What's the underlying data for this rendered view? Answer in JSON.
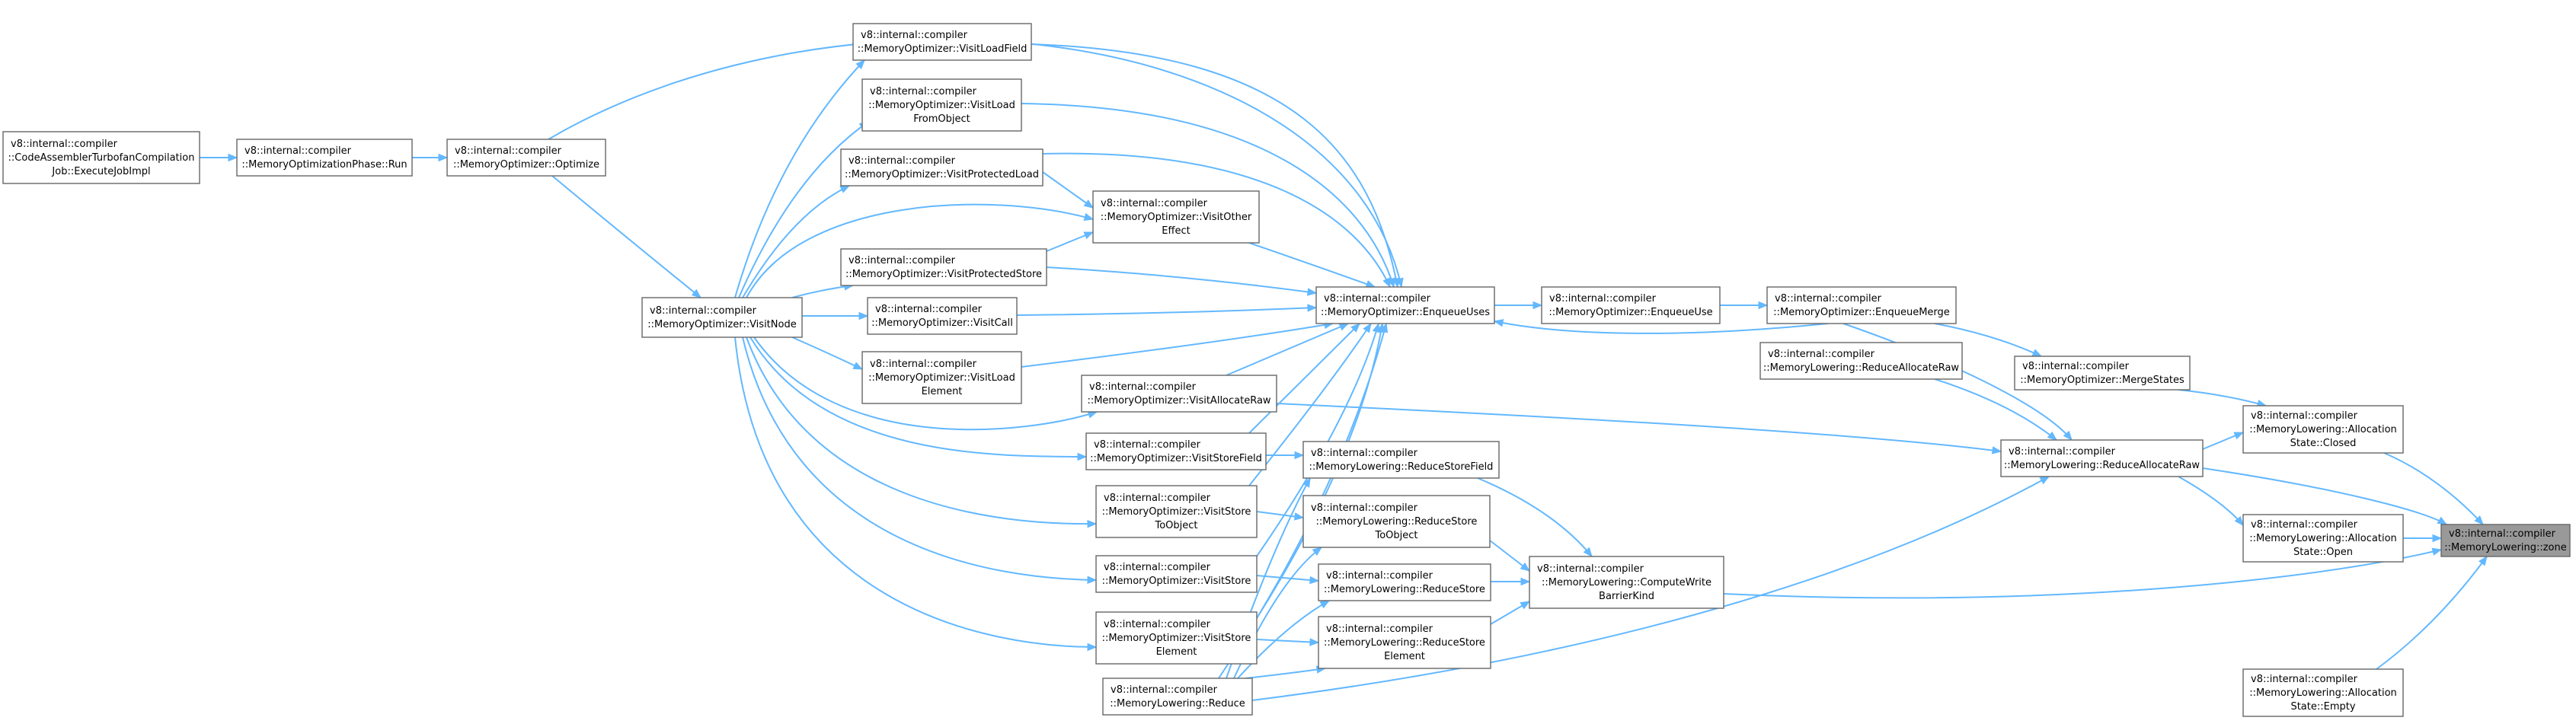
{
  "graph": {
    "focus_node": "MemoryLowering-zone",
    "colors": {
      "edge": "#63b8ff",
      "node_border": "#666666",
      "focus_fill": "#999999",
      "node_fill": "#ffffff"
    },
    "nodes": [
      {
        "id": "MemoryLowering-zone",
        "lines": [
          "v8::internal::compiler",
          "::MemoryLowering::zone"
        ]
      },
      {
        "id": "AllocationState-Closed",
        "lines": [
          "v8::internal::compiler",
          "::MemoryLowering::Allocation",
          "State::Closed"
        ]
      },
      {
        "id": "AllocationState-Open",
        "lines": [
          "v8::internal::compiler",
          "::MemoryLowering::Allocation",
          "State::Open"
        ]
      },
      {
        "id": "AllocationState-Empty",
        "lines": [
          "v8::internal::compiler",
          "::MemoryLowering::Allocation",
          "State::Empty"
        ]
      },
      {
        "id": "MemoryOptimizer-MergeStates",
        "lines": [
          "v8::internal::compiler",
          "::MemoryOptimizer::MergeStates"
        ]
      },
      {
        "id": "MemoryLowering-ReduceAllocateRaw",
        "lines": [
          "v8::internal::compiler",
          "::MemoryLowering::ReduceAllocateRaw"
        ]
      },
      {
        "id": "MemoryLowering-ReduceAllocateRaw-2",
        "lines": [
          "v8::internal::compiler",
          "::MemoryLowering::ReduceAllocateRaw"
        ]
      },
      {
        "id": "MemoryOptimizer-EnqueueMerge",
        "lines": [
          "v8::internal::compiler",
          "::MemoryOptimizer::EnqueueMerge"
        ]
      },
      {
        "id": "MemoryOptimizer-EnqueueUse",
        "lines": [
          "v8::internal::compiler",
          "::MemoryOptimizer::EnqueueUse"
        ]
      },
      {
        "id": "MemoryOptimizer-EnqueueUses",
        "lines": [
          "v8::internal::compiler",
          "::MemoryOptimizer::EnqueueUses"
        ]
      },
      {
        "id": "MemoryLowering-ComputeWriteBarrierKind",
        "lines": [
          "v8::internal::compiler",
          "::MemoryLowering::ComputeWrite",
          "BarrierKind"
        ]
      },
      {
        "id": "MemoryLowering-ReduceStoreField",
        "lines": [
          "v8::internal::compiler",
          "::MemoryLowering::ReduceStoreField"
        ]
      },
      {
        "id": "MemoryLowering-ReduceStoreToObject",
        "lines": [
          "v8::internal::compiler",
          "::MemoryLowering::ReduceStore",
          "ToObject"
        ]
      },
      {
        "id": "MemoryLowering-ReduceStore",
        "lines": [
          "v8::internal::compiler",
          "::MemoryLowering::ReduceStore"
        ]
      },
      {
        "id": "MemoryLowering-ReduceStoreElement",
        "lines": [
          "v8::internal::compiler",
          "::MemoryLowering::ReduceStore",
          "Element"
        ]
      },
      {
        "id": "MemoryLowering-Reduce",
        "lines": [
          "v8::internal::compiler",
          "::MemoryLowering::Reduce"
        ]
      },
      {
        "id": "MemoryOptimizer-VisitOtherEffect",
        "lines": [
          "v8::internal::compiler",
          "::MemoryOptimizer::VisitOther",
          "Effect"
        ]
      },
      {
        "id": "MemoryOptimizer-VisitAllocateRaw",
        "lines": [
          "v8::internal::compiler",
          "::MemoryOptimizer::VisitAllocateRaw"
        ]
      },
      {
        "id": "MemoryOptimizer-VisitStoreField",
        "lines": [
          "v8::internal::compiler",
          "::MemoryOptimizer::VisitStoreField"
        ]
      },
      {
        "id": "MemoryOptimizer-VisitStoreToObject",
        "lines": [
          "v8::internal::compiler",
          "::MemoryOptimizer::VisitStore",
          "ToObject"
        ]
      },
      {
        "id": "MemoryOptimizer-VisitStore",
        "lines": [
          "v8::internal::compiler",
          "::MemoryOptimizer::VisitStore"
        ]
      },
      {
        "id": "MemoryOptimizer-VisitStoreElement",
        "lines": [
          "v8::internal::compiler",
          "::MemoryOptimizer::VisitStore",
          "Element"
        ]
      },
      {
        "id": "MemoryOptimizer-VisitLoadField",
        "lines": [
          "v8::internal::compiler",
          "::MemoryOptimizer::VisitLoadField"
        ]
      },
      {
        "id": "MemoryOptimizer-VisitLoadFromObject",
        "lines": [
          "v8::internal::compiler",
          "::MemoryOptimizer::VisitLoad",
          "FromObject"
        ]
      },
      {
        "id": "MemoryOptimizer-VisitProtectedLoad",
        "lines": [
          "v8::internal::compiler",
          "::MemoryOptimizer::VisitProtectedLoad"
        ]
      },
      {
        "id": "MemoryOptimizer-VisitProtectedStore",
        "lines": [
          "v8::internal::compiler",
          "::MemoryOptimizer::VisitProtectedStore"
        ]
      },
      {
        "id": "MemoryOptimizer-VisitCall",
        "lines": [
          "v8::internal::compiler",
          "::MemoryOptimizer::VisitCall"
        ]
      },
      {
        "id": "MemoryOptimizer-VisitLoadElement",
        "lines": [
          "v8::internal::compiler",
          "::MemoryOptimizer::VisitLoad",
          "Element"
        ]
      },
      {
        "id": "MemoryOptimizer-VisitNode",
        "lines": [
          "v8::internal::compiler",
          "::MemoryOptimizer::VisitNode"
        ]
      },
      {
        "id": "MemoryOptimizer-Optimize",
        "lines": [
          "v8::internal::compiler",
          "::MemoryOptimizer::Optimize"
        ]
      },
      {
        "id": "MemoryOptimizationPhase-Run",
        "lines": [
          "v8::internal::compiler",
          "::MemoryOptimizationPhase::Run"
        ]
      },
      {
        "id": "CodeAssemblerTurbofanCompilationJob-ExecuteJobImpl",
        "lines": [
          "v8::internal::compiler",
          "::CodeAssemblerTurbofanCompilation",
          "Job::ExecuteJobImpl"
        ]
      }
    ],
    "edges": [
      {
        "from": "AllocationState-Closed",
        "to": "MemoryLowering-zone"
      },
      {
        "from": "AllocationState-Open",
        "to": "MemoryLowering-zone"
      },
      {
        "from": "AllocationState-Empty",
        "to": "MemoryLowering-zone"
      },
      {
        "from": "MemoryLowering-ReduceAllocateRaw",
        "to": "MemoryLowering-zone"
      },
      {
        "from": "MemoryLowering-ComputeWriteBarrierKind",
        "to": "MemoryLowering-zone"
      },
      {
        "from": "MemoryOptimizer-MergeStates",
        "to": "AllocationState-Closed"
      },
      {
        "from": "MemoryLowering-ReduceAllocateRaw",
        "to": "AllocationState-Closed"
      },
      {
        "from": "MemoryLowering-ReduceAllocateRaw",
        "to": "AllocationState-Open"
      },
      {
        "from": "MemoryOptimizer-EnqueueMerge",
        "to": "MemoryOptimizer-MergeStates"
      },
      {
        "from": "MemoryOptimizer-EnqueueUse",
        "to": "MemoryOptimizer-EnqueueMerge"
      },
      {
        "from": "MemoryOptimizer-EnqueueMerge",
        "to": "MemoryOptimizer-EnqueueUses"
      },
      {
        "from": "MemoryOptimizer-EnqueueUses",
        "to": "MemoryOptimizer-EnqueueUse"
      },
      {
        "from": "MemoryLowering-ReduceAllocateRaw-2",
        "to": "MemoryLowering-ReduceAllocateRaw"
      },
      {
        "from": "MemoryOptimizer-EnqueueMerge",
        "to": "MemoryLowering-ReduceAllocateRaw"
      },
      {
        "from": "MemoryOptimizer-VisitAllocateRaw",
        "to": "MemoryLowering-ReduceAllocateRaw"
      },
      {
        "from": "MemoryLowering-Reduce",
        "to": "MemoryLowering-ReduceAllocateRaw"
      },
      {
        "from": "MemoryLowering-ReduceStoreField",
        "to": "MemoryLowering-ComputeWriteBarrierKind"
      },
      {
        "from": "MemoryLowering-ReduceStoreToObject",
        "to": "MemoryLowering-ComputeWriteBarrierKind"
      },
      {
        "from": "MemoryLowering-ReduceStore",
        "to": "MemoryLowering-ComputeWriteBarrierKind"
      },
      {
        "from": "MemoryLowering-ReduceStoreElement",
        "to": "MemoryLowering-ComputeWriteBarrierKind"
      },
      {
        "from": "MemoryOptimizer-VisitStoreField",
        "to": "MemoryLowering-ReduceStoreField"
      },
      {
        "from": "MemoryOptimizer-VisitStoreToObject",
        "to": "MemoryLowering-ReduceStoreToObject"
      },
      {
        "from": "MemoryOptimizer-VisitStore",
        "to": "MemoryLowering-ReduceStore"
      },
      {
        "from": "MemoryOptimizer-VisitStoreElement",
        "to": "MemoryLowering-ReduceStoreElement"
      },
      {
        "from": "MemoryLowering-Reduce",
        "to": "MemoryLowering-ReduceStoreField"
      },
      {
        "from": "MemoryLowering-Reduce",
        "to": "MemoryLowering-ReduceStoreToObject"
      },
      {
        "from": "MemoryLowering-Reduce",
        "to": "MemoryLowering-ReduceStore"
      },
      {
        "from": "MemoryLowering-Reduce",
        "to": "MemoryLowering-ReduceStoreElement"
      },
      {
        "from": "MemoryOptimizer-VisitLoadField",
        "to": "MemoryOptimizer-EnqueueUses"
      },
      {
        "from": "MemoryOptimizer-VisitLoadFromObject",
        "to": "MemoryOptimizer-EnqueueUses"
      },
      {
        "from": "MemoryOptimizer-VisitProtectedLoad",
        "to": "MemoryOptimizer-EnqueueUses"
      },
      {
        "from": "MemoryOptimizer-VisitOtherEffect",
        "to": "MemoryOptimizer-EnqueueUses"
      },
      {
        "from": "MemoryOptimizer-VisitProtectedStore",
        "to": "MemoryOptimizer-EnqueueUses"
      },
      {
        "from": "MemoryOptimizer-VisitCall",
        "to": "MemoryOptimizer-EnqueueUses"
      },
      {
        "from": "MemoryOptimizer-VisitLoadElement",
        "to": "MemoryOptimizer-EnqueueUses"
      },
      {
        "from": "MemoryOptimizer-VisitAllocateRaw",
        "to": "MemoryOptimizer-EnqueueUses"
      },
      {
        "from": "MemoryOptimizer-VisitStoreField",
        "to": "MemoryOptimizer-EnqueueUses"
      },
      {
        "from": "MemoryOptimizer-VisitStoreToObject",
        "to": "MemoryOptimizer-EnqueueUses"
      },
      {
        "from": "MemoryOptimizer-VisitStore",
        "to": "MemoryOptimizer-EnqueueUses"
      },
      {
        "from": "MemoryOptimizer-VisitStoreElement",
        "to": "MemoryOptimizer-EnqueueUses"
      },
      {
        "from": "MemoryOptimizer-Optimize",
        "to": "MemoryOptimizer-EnqueueUses"
      },
      {
        "from": "MemoryLowering-Reduce",
        "to": "MemoryOptimizer-EnqueueUses"
      },
      {
        "from": "MemoryOptimizer-VisitNode",
        "to": "MemoryOptimizer-VisitLoadField"
      },
      {
        "from": "MemoryOptimizer-VisitNode",
        "to": "MemoryOptimizer-VisitLoadFromObject"
      },
      {
        "from": "MemoryOptimizer-VisitNode",
        "to": "MemoryOptimizer-VisitProtectedLoad"
      },
      {
        "from": "MemoryOptimizer-VisitNode",
        "to": "MemoryOptimizer-VisitOtherEffect"
      },
      {
        "from": "MemoryOptimizer-VisitNode",
        "to": "MemoryOptimizer-VisitProtectedStore"
      },
      {
        "from": "MemoryOptimizer-VisitNode",
        "to": "MemoryOptimizer-VisitCall"
      },
      {
        "from": "MemoryOptimizer-VisitNode",
        "to": "MemoryOptimizer-VisitLoadElement"
      },
      {
        "from": "MemoryOptimizer-VisitNode",
        "to": "MemoryOptimizer-VisitAllocateRaw"
      },
      {
        "from": "MemoryOptimizer-VisitNode",
        "to": "MemoryOptimizer-VisitStoreField"
      },
      {
        "from": "MemoryOptimizer-VisitNode",
        "to": "MemoryOptimizer-VisitStoreToObject"
      },
      {
        "from": "MemoryOptimizer-VisitNode",
        "to": "MemoryOptimizer-VisitStore"
      },
      {
        "from": "MemoryOptimizer-VisitNode",
        "to": "MemoryOptimizer-VisitStoreElement"
      },
      {
        "from": "MemoryOptimizer-VisitProtectedLoad",
        "to": "MemoryOptimizer-VisitOtherEffect"
      },
      {
        "from": "MemoryOptimizer-VisitProtectedStore",
        "to": "MemoryOptimizer-VisitOtherEffect"
      },
      {
        "from": "MemoryOptimizer-Optimize",
        "to": "MemoryOptimizer-VisitNode"
      },
      {
        "from": "MemoryOptimizationPhase-Run",
        "to": "MemoryOptimizer-Optimize"
      },
      {
        "from": "CodeAssemblerTurbofanCompilationJob-ExecuteJobImpl",
        "to": "MemoryOptimizationPhase-Run"
      }
    ]
  }
}
